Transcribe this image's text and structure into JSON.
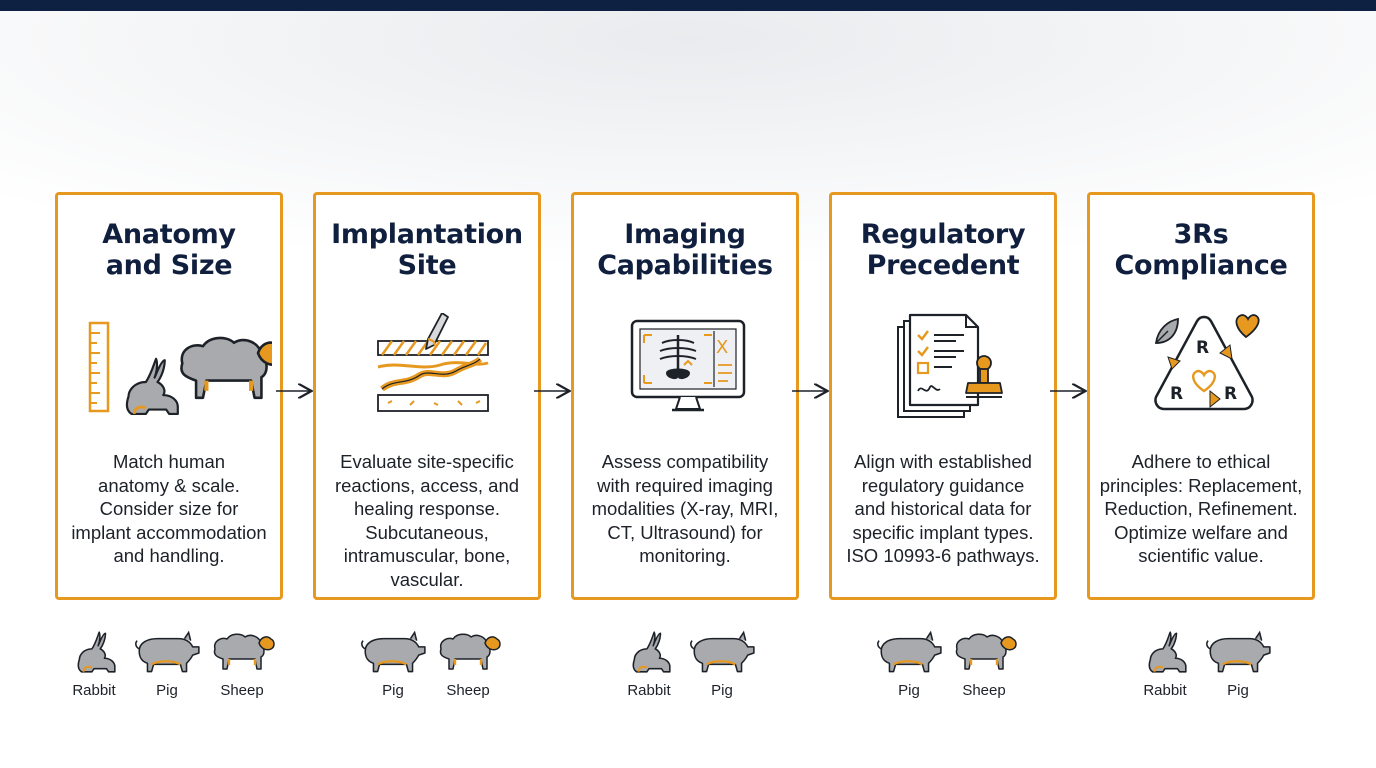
{
  "steps": [
    {
      "title": [
        "Anatomy",
        "and Size"
      ],
      "icon": "ruler-rabbit-sheep-icon",
      "description": [
        "Match human",
        "anatomy & scale.",
        "Consider size for",
        "implant accommodation",
        "and handling."
      ],
      "models": [
        "Rabbit",
        "Pig",
        "Sheep"
      ]
    },
    {
      "title": [
        "Implantation",
        "Site"
      ],
      "icon": "tissue-layers-needle-icon",
      "description": [
        "Evaluate site-specific",
        "reactions, access, and",
        "healing response.",
        "Subcutaneous,",
        "intramuscular, bone,",
        "vascular."
      ],
      "models": [
        "Pig",
        "Sheep"
      ]
    },
    {
      "title": [
        "Imaging",
        "Capabilities"
      ],
      "icon": "xray-monitor-icon",
      "description": [
        "Assess compatibility",
        "with required imaging",
        "modalities (X-ray, MRI,",
        "CT, Ultrasound) for",
        "monitoring."
      ],
      "models": [
        "Rabbit",
        "Pig"
      ]
    },
    {
      "title": [
        "Regulatory",
        "Precedent"
      ],
      "icon": "documents-stamp-icon",
      "description": [
        "Align with established",
        "regulatory guidance",
        "and historical data for",
        "specific implant types.",
        "ISO 10993-6 pathways."
      ],
      "models": [
        "Pig",
        "Sheep"
      ]
    },
    {
      "title": [
        "3Rs",
        "Compliance"
      ],
      "icon": "recycle-triangle-heart-icon",
      "description": [
        "Adhere to ethical",
        "principles: Replacement,",
        "Reduction, Refinement.",
        "Optimize welfare and",
        "scientific value."
      ],
      "models": [
        "Rabbit",
        "Pig"
      ]
    }
  ],
  "icon_letters": {
    "r": "R",
    "x": "X"
  },
  "colors": {
    "accent": "#e6981f",
    "navy": "#0f1f3d",
    "animal_gray": "#a9aaad",
    "topbar": "#0f2143"
  }
}
